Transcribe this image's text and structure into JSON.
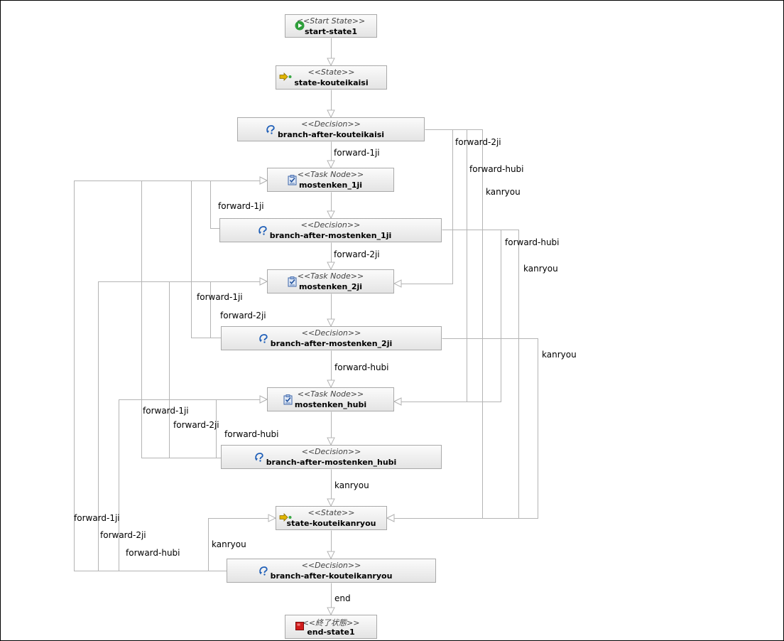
{
  "nodes": [
    {
      "id": "start",
      "stereotype": "<<Start State>>",
      "name": "start-state1",
      "icon": "start-icon"
    },
    {
      "id": "s-kaisi",
      "stereotype": "<<State>>",
      "name": "state-kouteikaisi",
      "icon": "state-icon"
    },
    {
      "id": "d-kaisi",
      "stereotype": "<<Decision>>",
      "name": "branch-after-kouteikaisi",
      "icon": "decision-icon"
    },
    {
      "id": "t-1ji",
      "stereotype": "<<Task Node>>",
      "name": "mostenken_1ji",
      "icon": "task-icon"
    },
    {
      "id": "d-1ji",
      "stereotype": "<<Decision>>",
      "name": "branch-after-mostenken_1ji",
      "icon": "decision-icon"
    },
    {
      "id": "t-2ji",
      "stereotype": "<<Task Node>>",
      "name": "mostenken_2ji",
      "icon": "task-icon"
    },
    {
      "id": "d-2ji",
      "stereotype": "<<Decision>>",
      "name": "branch-after-mostenken_2ji",
      "icon": "decision-icon"
    },
    {
      "id": "t-hubi",
      "stereotype": "<<Task Node>>",
      "name": "mostenken_hubi",
      "icon": "task-icon"
    },
    {
      "id": "d-hubi",
      "stereotype": "<<Decision>>",
      "name": "branch-after-mostenken_hubi",
      "icon": "decision-icon"
    },
    {
      "id": "s-kanryou",
      "stereotype": "<<State>>",
      "name": "state-kouteikanryou",
      "icon": "state-icon"
    },
    {
      "id": "d-kanryou",
      "stereotype": "<<Decision>>",
      "name": "branch-after-kouteikanryou",
      "icon": "decision-icon"
    },
    {
      "id": "end",
      "stereotype": "<<終了状態>>",
      "name": "end-state1",
      "icon": "end-icon"
    }
  ],
  "labels": [
    {
      "id": "l01",
      "text": "forward-1ji"
    },
    {
      "id": "l02",
      "text": "forward-2ji"
    },
    {
      "id": "l03",
      "text": "forward-hubi"
    },
    {
      "id": "l04",
      "text": "kanryou"
    },
    {
      "id": "l05",
      "text": "forward-1ji"
    },
    {
      "id": "l06",
      "text": "forward-hubi"
    },
    {
      "id": "l07",
      "text": "forward-2ji"
    },
    {
      "id": "l08",
      "text": "kanryou"
    },
    {
      "id": "l09",
      "text": "forward-1ji"
    },
    {
      "id": "l10",
      "text": "forward-2ji"
    },
    {
      "id": "l11",
      "text": "forward-hubi"
    },
    {
      "id": "l12",
      "text": "kanryou"
    },
    {
      "id": "l13",
      "text": "forward-1ji"
    },
    {
      "id": "l14",
      "text": "forward-2ji"
    },
    {
      "id": "l15",
      "text": "forward-hubi"
    },
    {
      "id": "l16",
      "text": "kanryou"
    },
    {
      "id": "l17",
      "text": "forward-1ji"
    },
    {
      "id": "l18",
      "text": "forward-2ji"
    },
    {
      "id": "l19",
      "text": "forward-hubi"
    },
    {
      "id": "l20",
      "text": "kanryou"
    },
    {
      "id": "l21",
      "text": "end"
    }
  ],
  "colors": {
    "node_border": "#a9a9a9",
    "edge": "#b4b4b4",
    "start": "#2e9e3a",
    "end": "#d01c1c",
    "state": "#e0b400",
    "decision": "#1f5fb8"
  }
}
